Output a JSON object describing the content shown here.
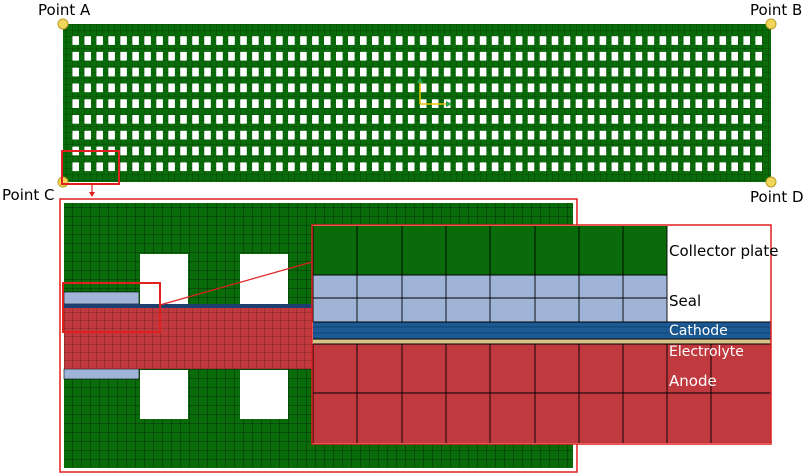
{
  "point_labels": {
    "a": "Point A",
    "b": "Point B",
    "c": "Point C",
    "d": "Point D"
  },
  "layer_labels": {
    "collector": "Collector plate",
    "seal": "Seal",
    "cathode": "Cathode",
    "electrolyte": "Electrolyte",
    "anode": "Anode"
  },
  "colors": {
    "mesh_green": "#0a6b0a",
    "seal_blue": "#9fb4d6",
    "cathode_blue": "#1c5a96",
    "electrolyte_tan": "#d8c48a",
    "anode_red": "#c0393f",
    "callout_red": "#e01f1f",
    "point_marker": "#f2d65a"
  }
}
